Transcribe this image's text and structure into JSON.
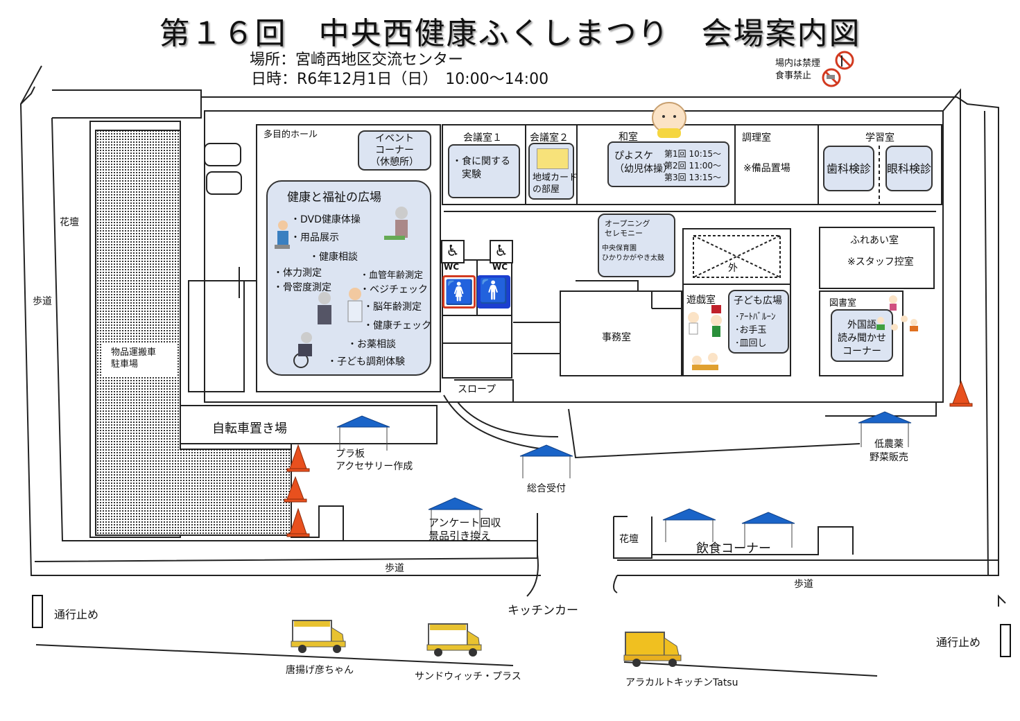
{
  "header": {
    "title": "第１６回　中央西健康ふくしまつり　会場案内図",
    "place": "場所：宮崎西地区交流センター",
    "datetime": "日時：R6年12月1日（日）　10:00〜14:00",
    "no_smoking": "場内は禁煙",
    "no_eating": "食事禁止"
  },
  "outside": {
    "flowerbed_left": "花壇",
    "sidewalk_left": "歩道",
    "parking": "物品運搬車\n駐車場",
    "bicycle": "自転車置き場",
    "sidewalk_bottom": "歩道",
    "sidewalk_right": "歩道",
    "flowerbed_right": "花壇",
    "road_closed_left": "通行止め",
    "road_closed_right": "通行止め",
    "slope": "スロープ"
  },
  "rooms": {
    "hall_label": "多目的ホール",
    "event_corner": "イベント\nコーナー\n（休憩所）",
    "meeting1_label": "会議室１",
    "meeting1_event": "・食に関する\n　実験",
    "meeting2_label": "会議室２",
    "meeting2_event": "地域カード\nの部屋",
    "washitsu_label": "和室",
    "piyosuke": "ぴよスケ\n（幼児体操）",
    "piyosuke_times": "第1回 10:15〜\n第2回 11:00〜\n第3回 13:15〜",
    "kitchen_label": "調理室",
    "kitchen_note": "※備品置場",
    "study_label": "学習室",
    "dental": "歯科検診",
    "eye": "眼科検診",
    "opening": "オープニング\nセレモニー",
    "opening_detail": "中央保育園\nひかりかがやき太鼓",
    "outside_x": "外",
    "playroom_label": "遊戯室",
    "kids_plaza": "子ども広場",
    "kids_items": "･ｱｰﾄﾊﾞﾙｰﾝ\n･お手玉\n･皿回し",
    "fureai_label": "ふれあい室",
    "fureai_note": "※スタッフ控室",
    "library_label": "図書室",
    "library_event": "外国語\n読み聞かせ\nコーナー",
    "office": "事務室",
    "wc": "WC"
  },
  "health_plaza": {
    "title": "健康と福祉の広場",
    "items": [
      "・DVD健康体操",
      "・用品展示",
      "・健康相談",
      "・体力測定",
      "・骨密度測定",
      "・血管年齢測定",
      "・ベジチェック",
      "・脳年齢測定",
      "・健康チェック",
      "・お薬相談",
      "・子ども調剤体験"
    ]
  },
  "tents": {
    "plastic": "プラ板\nアクセサリー作成",
    "reception": "総合受付",
    "survey": "アンケート回収\n景品引き換え",
    "vegetables": "低農薬\n野菜販売",
    "food": "飲食コーナー"
  },
  "kitchen_car": {
    "label": "キッチンカー",
    "trucks": [
      "唐揚げ彦ちゃん",
      "サンドウィッチ・プラス",
      "アラカルトキッチンTatsu"
    ]
  },
  "colors": {
    "box_fill": "#dce4f2",
    "wc_female": "#d23a20",
    "wc_male": "#1c3fd0",
    "tent": "#1a64c8",
    "cone": "#e8501e"
  }
}
